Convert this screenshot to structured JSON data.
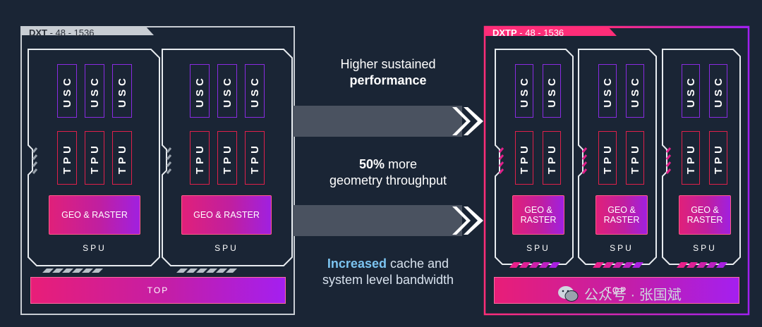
{
  "left_gpu": {
    "tag_name": "DXT",
    "tag_suffix": " - 48 - 1536",
    "spus": [
      {
        "usc": [
          "USC",
          "USC",
          "USC"
        ],
        "tpu": [
          "TPU",
          "TPU",
          "TPU"
        ],
        "geo": "GEO & RASTER",
        "label": "SPU"
      },
      {
        "usc": [
          "USC",
          "USC",
          "USC"
        ],
        "tpu": [
          "TPU",
          "TPU",
          "TPU"
        ],
        "geo": "GEO & RASTER",
        "label": "SPU"
      }
    ],
    "top_label": "TOP"
  },
  "right_gpu": {
    "tag_name": "DXTP",
    "tag_suffix": " - 48 - 1536",
    "spus": [
      {
        "usc": [
          "USC",
          "USC"
        ],
        "tpu": [
          "TPU",
          "TPU"
        ],
        "geo_line1": "GEO &",
        "geo_line2": "RASTER",
        "label": "SPU"
      },
      {
        "usc": [
          "USC",
          "USC"
        ],
        "tpu": [
          "TPU",
          "TPU"
        ],
        "geo_line1": "GEO &",
        "geo_line2": "RASTER",
        "label": "SPU"
      },
      {
        "usc": [
          "USC",
          "USC"
        ],
        "tpu": [
          "TPU",
          "TPU"
        ],
        "geo_line1": "GEO &",
        "geo_line2": "RASTER",
        "label": "SPU"
      }
    ],
    "top_label": "TOP"
  },
  "benefits": {
    "first_line1": "Higher sustained",
    "first_line2": "performance",
    "second_bold": "50%",
    "second_rest": " more",
    "second_line2": "geometry throughput",
    "third_highlight": "Increased",
    "third_rest": " cache and",
    "third_line2": "system level bandwidth"
  },
  "watermark": "公众号 · 张国斌",
  "colors": {
    "background": "#1a2535",
    "dxt_frame": "#c8cdd3",
    "dxtp_frame": "#ff2d78",
    "usc_border": "#8a2be2",
    "tpu_border": "#e0204a",
    "highlight_text": "#7cc4f0"
  }
}
